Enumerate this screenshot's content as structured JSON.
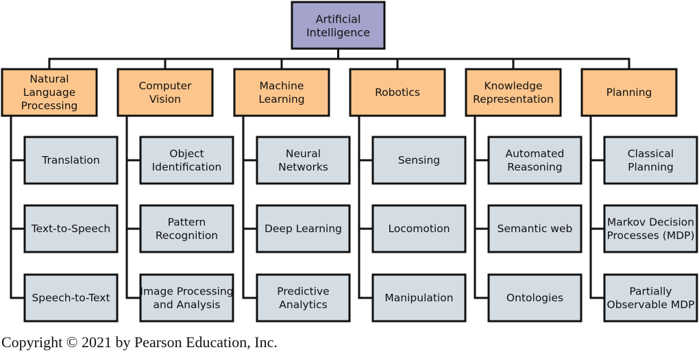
{
  "colors": {
    "root_fill": "#a3a3cc",
    "category_fill": "#fbc58c",
    "leaf_fill": "#d5dde4",
    "stroke": "#111111"
  },
  "root": {
    "label": "Artificial\nIntelligence"
  },
  "categories": [
    {
      "id": "nlp",
      "label": "Natural\nLanguage\nProcessing",
      "children": [
        "Translation",
        "Text-to-Speech",
        "Speech-to-Text"
      ]
    },
    {
      "id": "computer-vision",
      "label": "Computer\nVision",
      "children": [
        "Object\nIdentification",
        "Pattern\nRecognition",
        "Image Processing\nand Analysis"
      ]
    },
    {
      "id": "machine-learning",
      "label": "Machine\nLearning",
      "children": [
        "Neural\nNetworks",
        "Deep Learning",
        "Predictive\nAnalytics"
      ]
    },
    {
      "id": "robotics",
      "label": "Robotics",
      "children": [
        "Sensing",
        "Locomotion",
        "Manipulation"
      ]
    },
    {
      "id": "knowledge-representation",
      "label": "Knowledge\nRepresentation",
      "children": [
        "Automated\nReasoning",
        "Semantic web",
        "Ontologies"
      ]
    },
    {
      "id": "planning",
      "label": "Planning",
      "children": [
        "Classical\nPlanning",
        "Markov Decision\nProcesses (MDP)",
        "Partially\nObservable MDP"
      ]
    }
  ],
  "copyright": "Copyright © 2021 by Pearson Education, Inc."
}
